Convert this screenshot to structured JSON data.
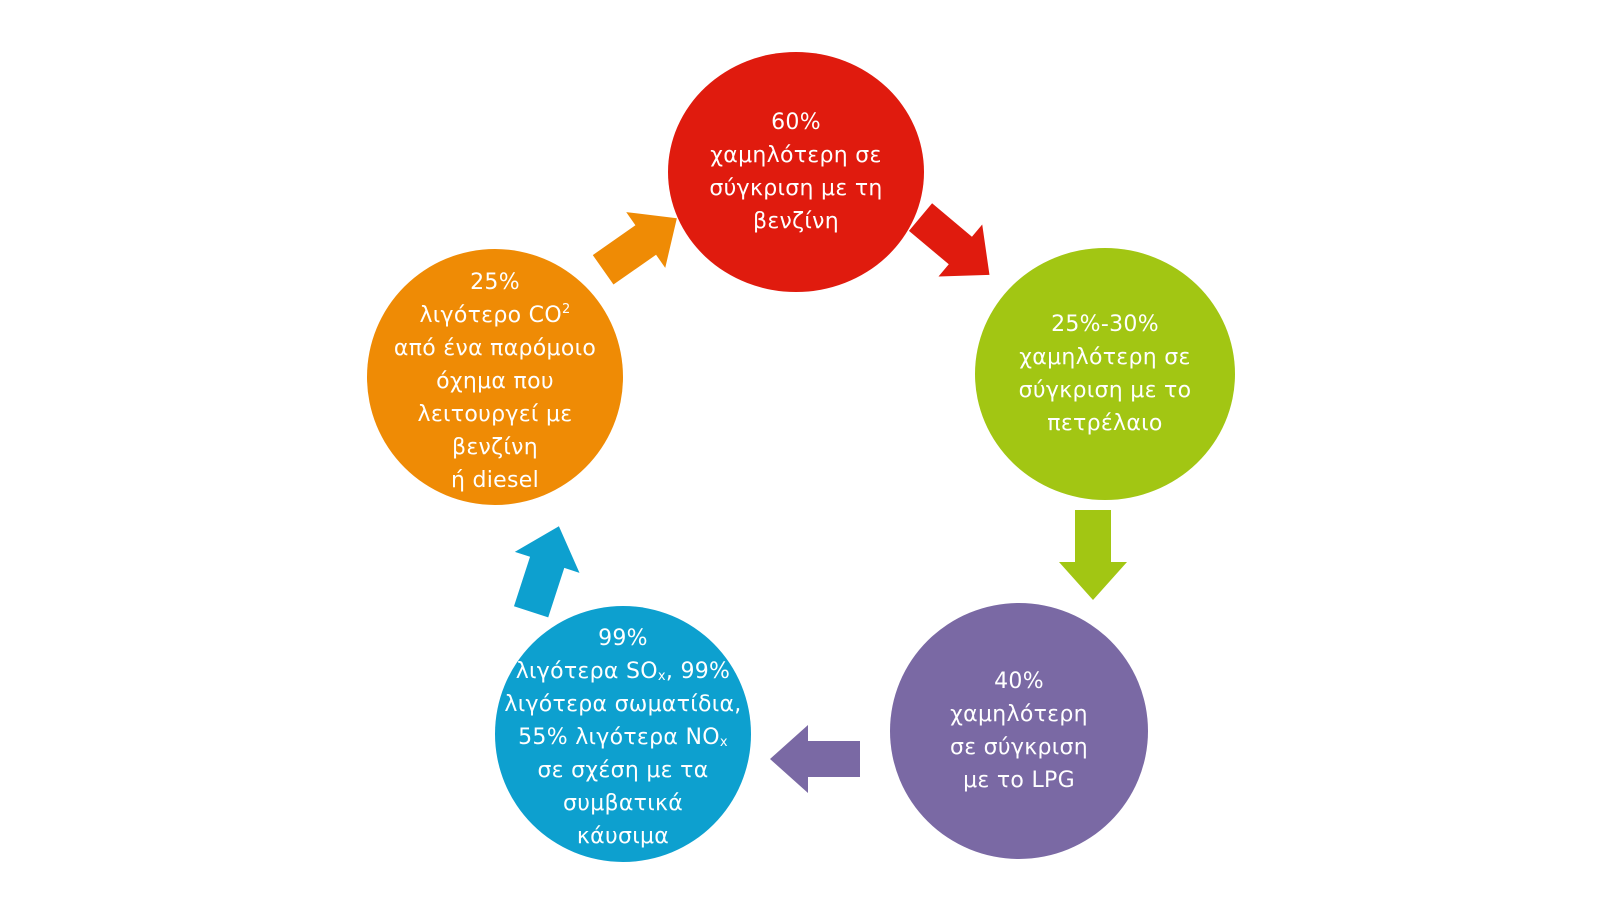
{
  "colors": {
    "red": "#e01b0e",
    "green": "#a2c613",
    "purple": "#7a69a4",
    "blue": "#0da0cf",
    "orange": "#ef8b05"
  },
  "nodes": {
    "red": {
      "percent": "60%",
      "lines": [
        "χαμηλότερη σε",
        "σύγκριση με τη",
        "βενζίνη"
      ]
    },
    "green": {
      "percent": "25%-30%",
      "lines": [
        "χαμηλότερη σε",
        "σύγκριση με το",
        "πετρέλαιο"
      ]
    },
    "purple": {
      "percent": "40%",
      "lines": [
        "χαμηλότερη",
        "σε σύγκριση",
        "με το LPG"
      ]
    },
    "blue": {
      "percent": "99%",
      "line1_pre": "λιγότερα SO",
      "line1_sub": "x",
      "line1_post": ", 99%",
      "line2": "λιγότερα σωματίδια,",
      "line3_pre": "55% λιγότερα NO",
      "line3_sub": "x",
      "lines_rest": [
        "σε σχέση με τα",
        "συμβατικά",
        "κάυσιμα"
      ]
    },
    "orange": {
      "percent": "25%",
      "line1_pre": "λιγότερο CO",
      "line1_sup": "2",
      "lines_rest": [
        "από ένα παρόμοιο",
        "όχημα που",
        "λειτουργεί με",
        "βενζίνη",
        "ή diesel"
      ]
    }
  },
  "arrows": {
    "red_to_green": "arrow-right",
    "green_to_purple": "arrow-down",
    "purple_to_blue": "arrow-left",
    "blue_to_orange": "arrow-up",
    "orange_to_red": "arrow-up-right"
  }
}
